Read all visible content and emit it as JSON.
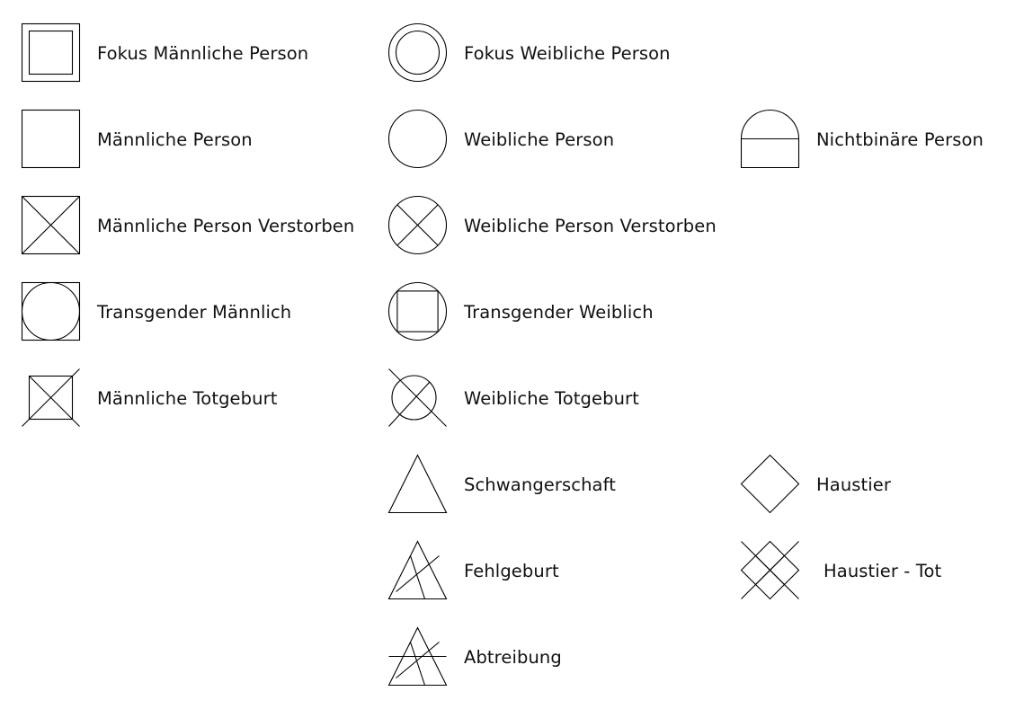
{
  "legend": {
    "items": [
      {
        "symbol": "focus-male",
        "label": "Fokus Männliche Person"
      },
      {
        "symbol": "focus-female",
        "label": "Fokus Weibliche Person"
      },
      {
        "symbol": "male",
        "label": "Männliche Person"
      },
      {
        "symbol": "female",
        "label": "Weibliche Person"
      },
      {
        "symbol": "nonbinary",
        "label": "Nichtbinäre Person"
      },
      {
        "symbol": "male-deceased",
        "label": "Männliche Person Verstorben"
      },
      {
        "symbol": "female-deceased",
        "label": "Weibliche Person Verstorben"
      },
      {
        "symbol": "transgender-male",
        "label": "Transgender Männlich"
      },
      {
        "symbol": "transgender-female",
        "label": "Transgender Weiblich"
      },
      {
        "symbol": "male-stillbirth",
        "label": "Männliche Totgeburt"
      },
      {
        "symbol": "female-stillbirth",
        "label": "Weibliche Totgeburt"
      },
      {
        "symbol": "pregnancy",
        "label": "Schwangerschaft"
      },
      {
        "symbol": "pet",
        "label": "Haustier"
      },
      {
        "symbol": "miscarriage",
        "label": "Fehlgeburt"
      },
      {
        "symbol": "pet-deceased",
        "label": "Haustier - Tot"
      },
      {
        "symbol": "abortion",
        "label": "Abtreibung"
      }
    ]
  }
}
